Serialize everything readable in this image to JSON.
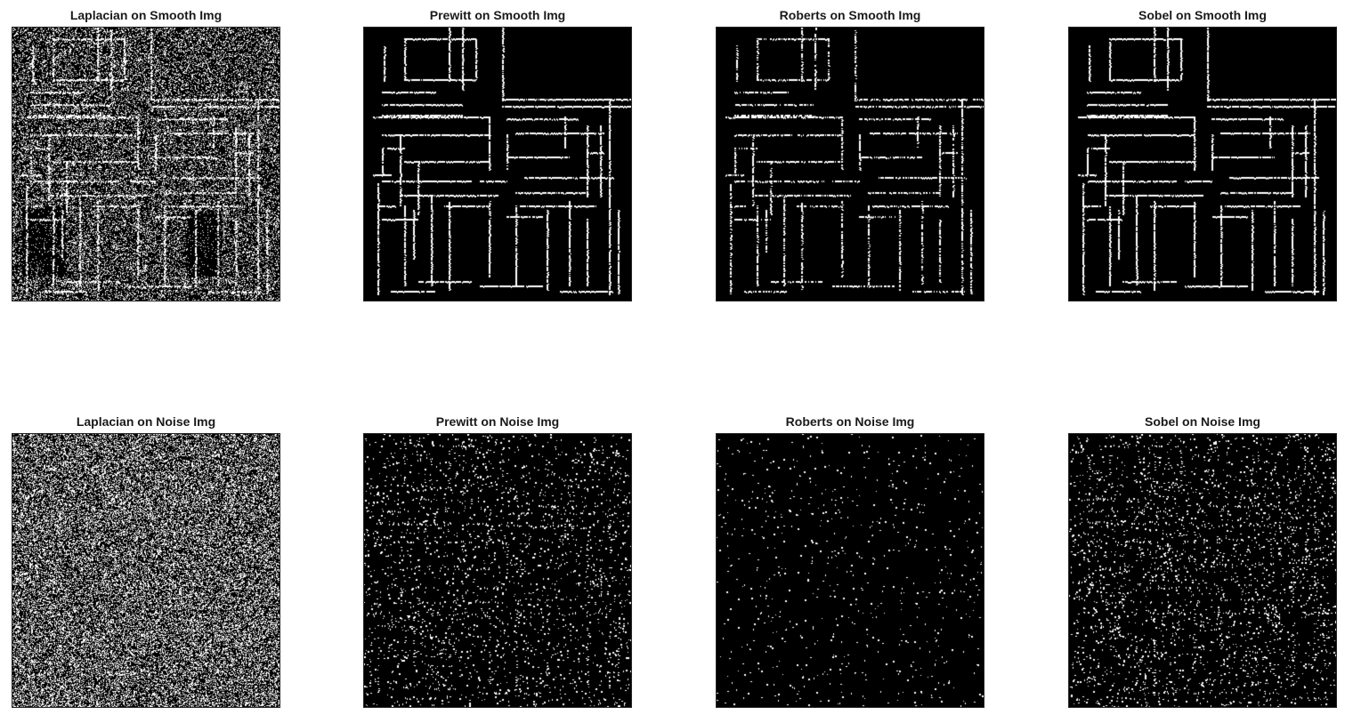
{
  "figure": {
    "panels": [
      {
        "title": "Laplacian on Smooth Img",
        "kind": "laplacian-smooth"
      },
      {
        "title": "Prewitt on Smooth Img",
        "kind": "edges-smooth",
        "variant": "prewitt"
      },
      {
        "title": "Roberts on Smooth Img",
        "kind": "edges-smooth",
        "variant": "roberts"
      },
      {
        "title": "Sobel on Smooth Img",
        "kind": "edges-smooth",
        "variant": "sobel"
      },
      {
        "title": "Laplacian on Noise Img",
        "kind": "laplacian-noise"
      },
      {
        "title": "Prewitt on Noise Img",
        "kind": "edges-noise",
        "variant": "prewitt"
      },
      {
        "title": "Roberts on Noise Img",
        "kind": "edges-noise",
        "variant": "roberts"
      },
      {
        "title": "Sobel on Noise Img",
        "kind": "edges-noise",
        "variant": "sobel"
      }
    ],
    "colors": {
      "background": "#ffffff",
      "image_bg": "#000000",
      "edge": "#ffffff",
      "title": "#1a1a1a"
    }
  }
}
